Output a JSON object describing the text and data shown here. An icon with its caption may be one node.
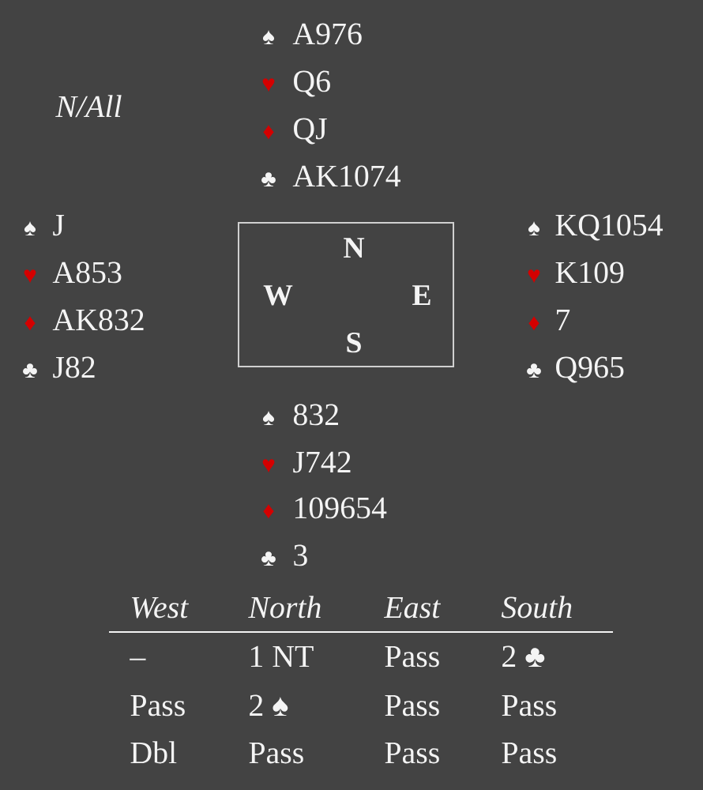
{
  "diagram": {
    "nodes": [
      {
        "text": [
          "N",
          "W",
          "E",
          "S"
        ]
      }
    ],
    "labels": [
      "N/All",
      "♠",
      "A976",
      "♥",
      "Q6",
      "♦",
      "QJ",
      "♣",
      "AK1074",
      "♠",
      "J",
      "♥",
      "A853",
      "♦",
      "AK832",
      "♣",
      "J82",
      "♠",
      "KQ1054",
      "♥",
      "K109",
      "♦",
      "7",
      "♣",
      "Q965",
      "♠",
      "832",
      "♥",
      "J742",
      "♦",
      "109654",
      "♣",
      "3",
      "West",
      "North",
      "East",
      "South",
      "–",
      "1 NT",
      "Pass",
      "2 ♣",
      "Pass",
      "2 ♠",
      "Pass",
      "Pass",
      "Dbl",
      "Pass",
      "Pass",
      "Pass"
    ]
  }
}
